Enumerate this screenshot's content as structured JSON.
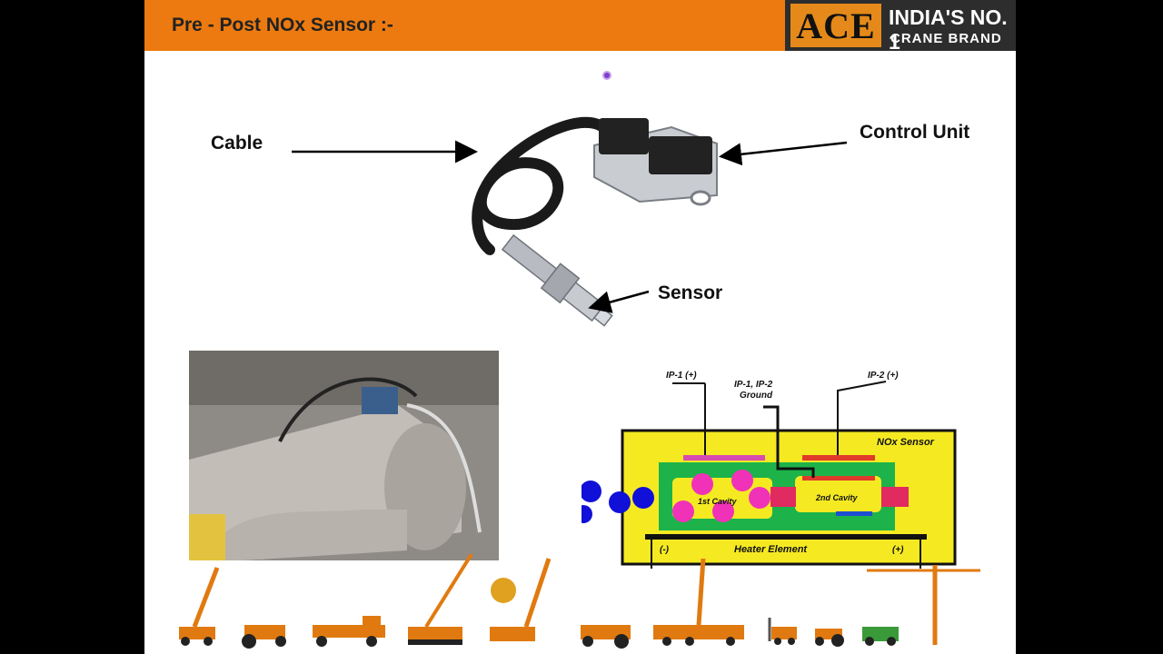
{
  "header": {
    "title": "Pre - Post NOx Sensor :-"
  },
  "brand": {
    "logo": "ACE",
    "line1": "INDIA'S NO. 1",
    "line2": "CRANE BRAND"
  },
  "labels": {
    "cable": "Cable",
    "control_unit": "Control Unit",
    "sensor": "Sensor"
  },
  "diagram": {
    "ip1": "IP-1 (+)",
    "ground_line1": "IP-1, IP-2",
    "ground_line2": "Ground",
    "ip2": "IP-2 (+)",
    "title": "NOx Sensor",
    "cavity1": "1st Cavity",
    "cavity2": "2nd Cavity",
    "heater": "Heater Element",
    "minus": "(-)",
    "plus": "(+)"
  },
  "colors": {
    "accent": "#ec7a10",
    "brand_bg": "#2d2d2d",
    "diagram_yellow": "#f5ea22",
    "diagram_green": "#1db34a"
  }
}
